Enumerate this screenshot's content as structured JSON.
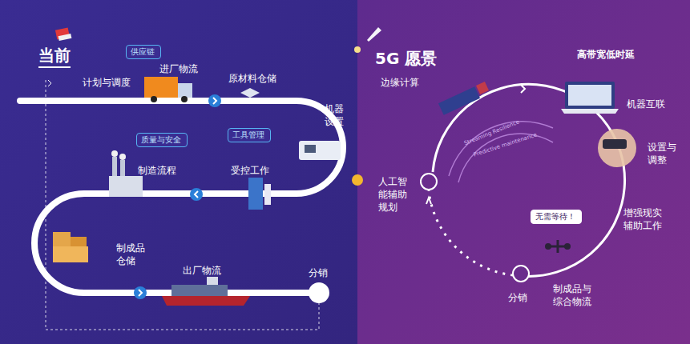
{
  "diagram": {
    "nodes": [
      {
        "text": [
          "供应链"
        ]
      },
      {
        "text": [
          "质量与安全"
        ]
      },
      {
        "text": [
          "工具管理"
        ]
      },
      {
        "text": [
          "无需等待！"
        ]
      }
    ],
    "labels": [
      "当前",
      "计划与调度",
      "进厂物流",
      "原材料仓储",
      "机器 设置",
      "制造流程",
      "受控工作",
      "制成品 仓储",
      "出厂物流",
      "分销",
      "5G 愿景",
      "边缘计算",
      "高带宽低时延",
      "机器互联",
      "设置与 调整",
      "增强现实 辅助工作",
      "人工智 能辅助 规划",
      "分销",
      "制成品与 综合物流",
      "Streaming Resilience",
      "Predictive maintenance"
    ]
  }
}
